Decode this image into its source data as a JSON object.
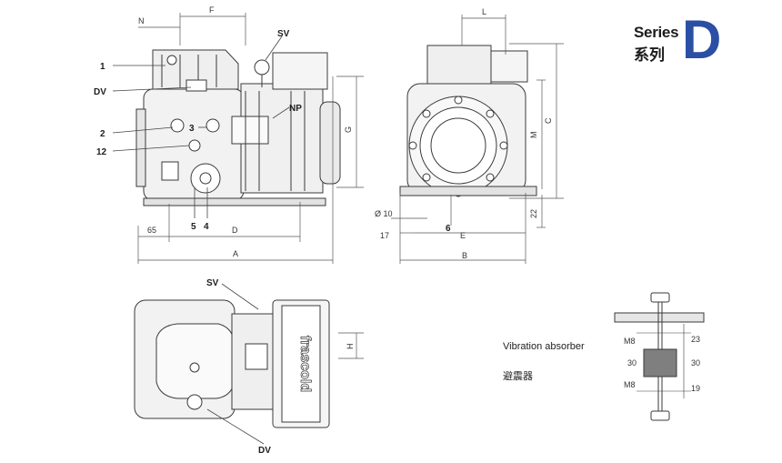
{
  "brand": {
    "series": "Series",
    "series_cn": "系列",
    "letter": "D",
    "color": "#2a4fa4"
  },
  "front_view": {
    "callouts": [
      "1",
      "DV",
      "2",
      "12",
      "3",
      "5",
      "4",
      "SV",
      "NP"
    ],
    "dimensions": [
      "N",
      "F",
      "G",
      "65",
      "D",
      "A"
    ]
  },
  "side_view": {
    "dimensions": [
      "L",
      "C",
      "M",
      "22",
      "Ø 10",
      "17",
      "E",
      "B"
    ],
    "callouts": [
      "6"
    ]
  },
  "top_view": {
    "callouts": [
      "SV",
      "DV"
    ],
    "dimensions": [
      "H"
    ],
    "logo_text": "frascold"
  },
  "vibration_absorber": {
    "title": "Vibration absorber",
    "title_cn": "避震器",
    "labels": [
      "M8",
      "23",
      "30",
      "30",
      "M8",
      "19"
    ]
  }
}
